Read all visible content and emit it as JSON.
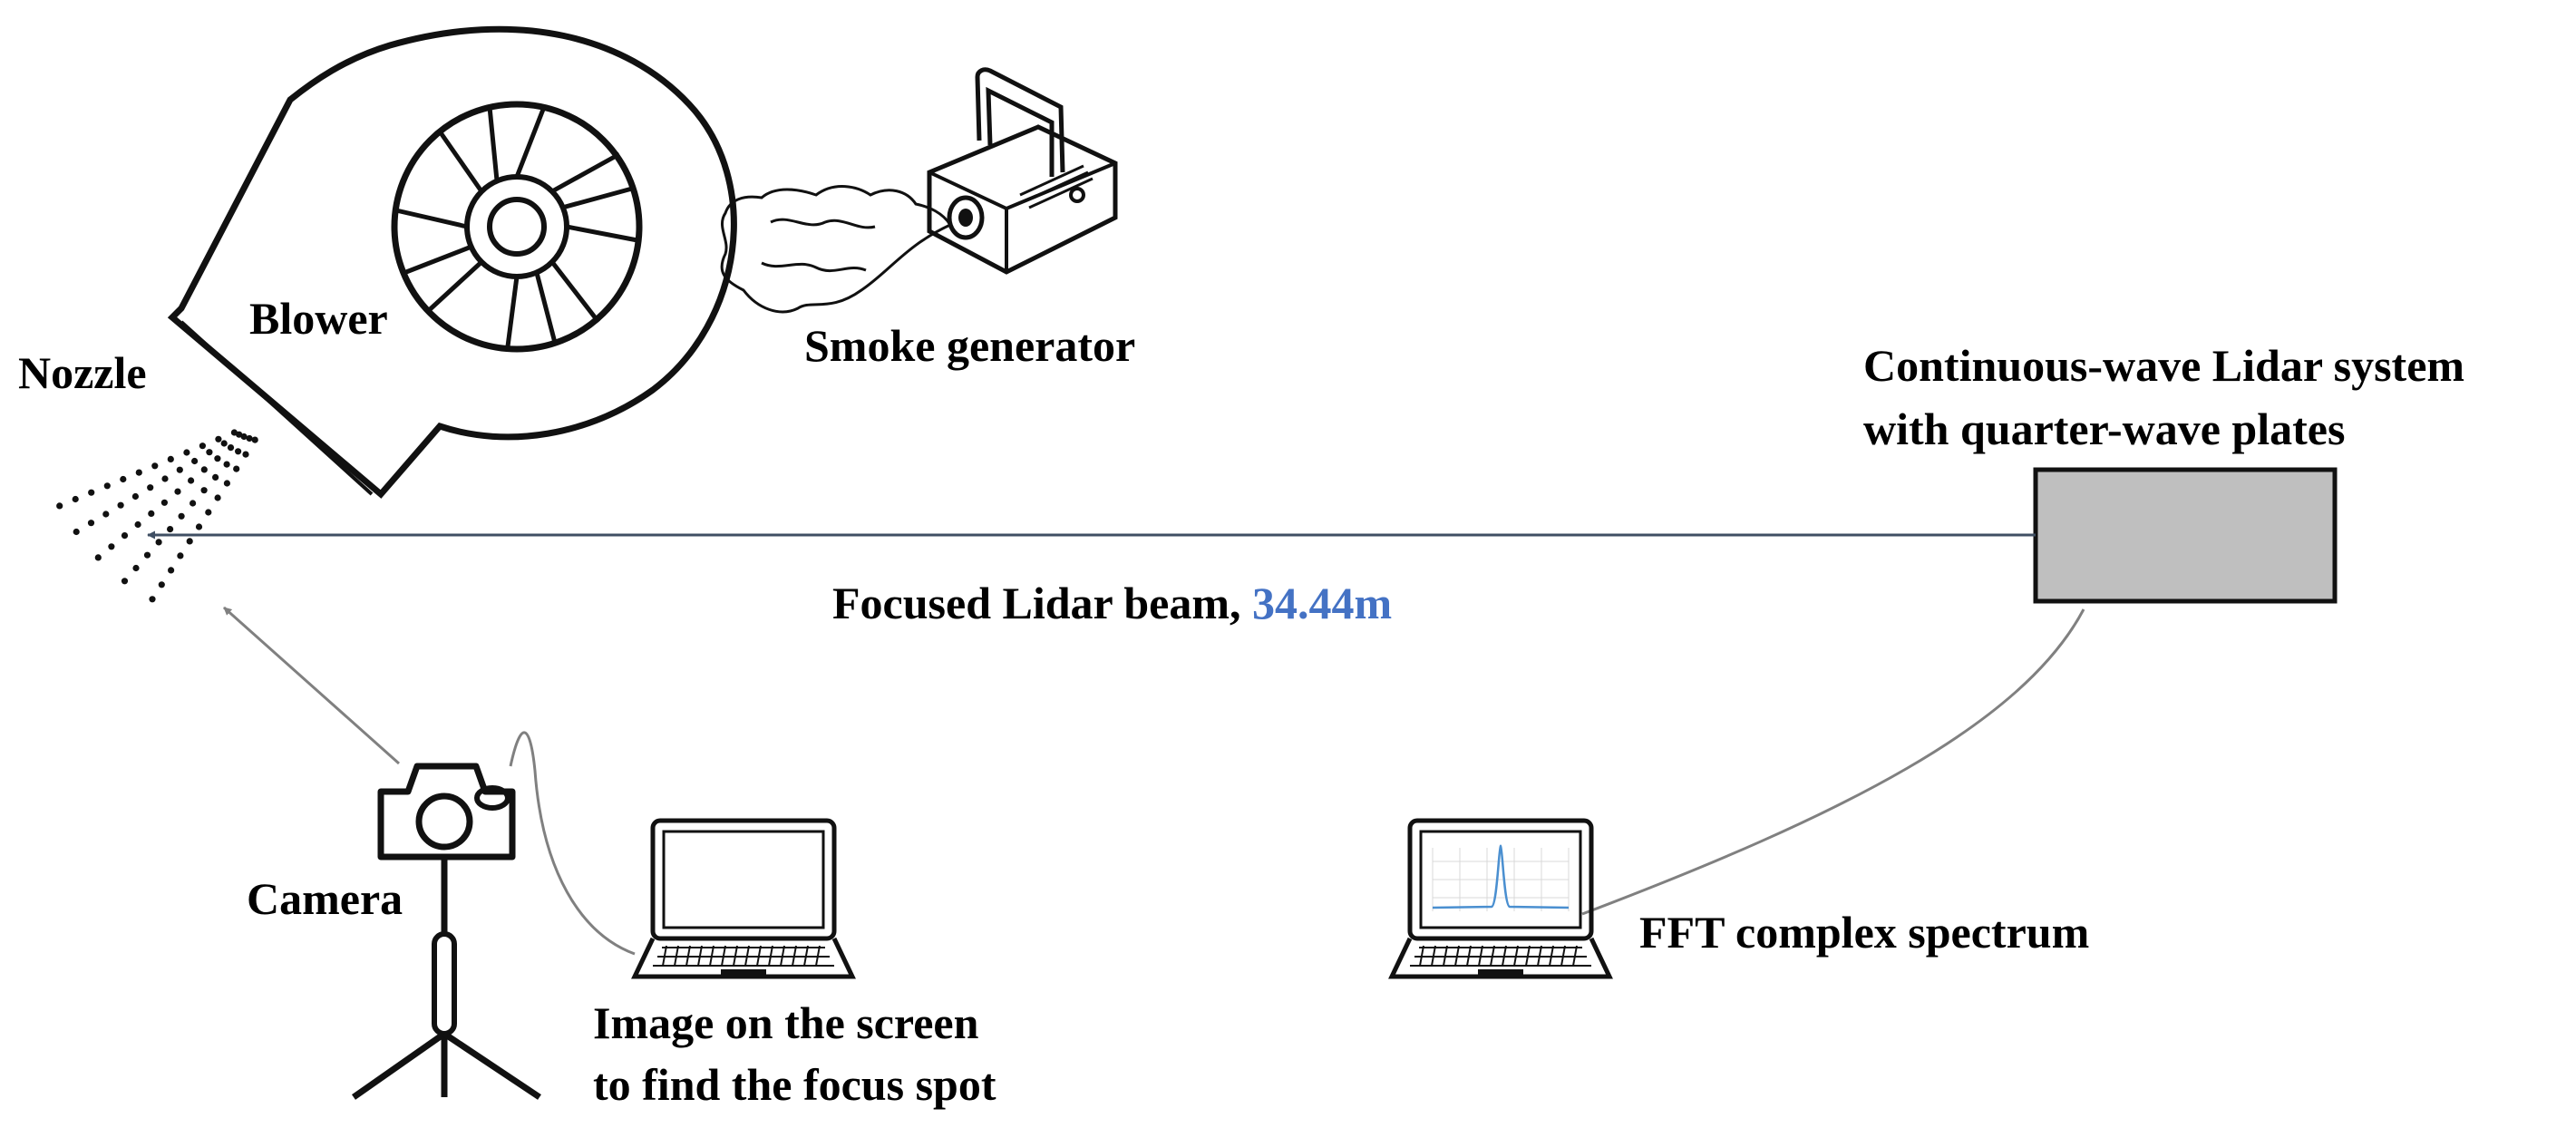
{
  "labels": {
    "blower": "Blower",
    "nozzle": "Nozzle",
    "smoke_generator": "Smoke generator",
    "lidar_line1": "Continuous-wave Lidar system",
    "lidar_line2": "with quarter-wave plates",
    "beam_prefix": "Focused Lidar beam, ",
    "beam_distance": "34.44m",
    "camera": "Camera",
    "image_line1": "Image on the screen",
    "image_line2": "to find the focus spot",
    "fft": "FFT complex spectrum"
  },
  "colors": {
    "distance_highlight": "#4472C4",
    "lidar_box_fill": "#BFBFBF",
    "beam_line": "#3F4F63",
    "cable": "#808080",
    "spectrum_trace": "#4A8FD0"
  },
  "icons": [
    "blower-icon",
    "nozzle-spray-icon",
    "smoke-generator-icon",
    "lidar-box-icon",
    "camera-tripod-icon",
    "laptop-icon",
    "laptop-spectrum-icon"
  ]
}
